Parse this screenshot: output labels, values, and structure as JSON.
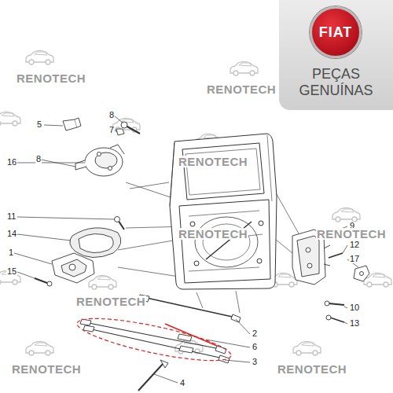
{
  "diagram": {
    "nodes": [
      {
        "text": [
          "PEÇAS GENUÍNAS"
        ]
      },
      {
        "text": [
          "FIAT"
        ],
        "in": 0
      }
    ],
    "labels": [
      "RENOTECH",
      "RENOTECH",
      "5",
      "8",
      "7",
      "16",
      "8",
      "RENOTECH",
      "11",
      "9",
      "RENOTECH",
      "RENOTECH",
      "14",
      "12",
      "1",
      "17",
      "15",
      "RENOTECH",
      "10",
      "13",
      "2",
      "6",
      "3",
      "RENOTECH",
      "RENOTECH",
      "4"
    ]
  }
}
